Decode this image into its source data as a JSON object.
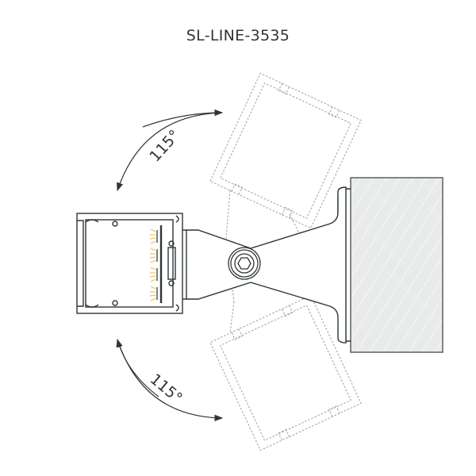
{
  "diagram": {
    "title": "SL-LINE-3535",
    "rotation_labels": {
      "upper": "115°",
      "lower": "115°"
    },
    "colors": {
      "line": "#2f3538",
      "ghost_line": "#9a9fa2",
      "wall_fill": "#e9eaea",
      "led_glow": "#f0c060"
    },
    "components": [
      "led-profile",
      "swivel-bracket",
      "hex-screw",
      "wall-mount",
      "rotated-profile-up",
      "rotated-profile-down"
    ]
  }
}
